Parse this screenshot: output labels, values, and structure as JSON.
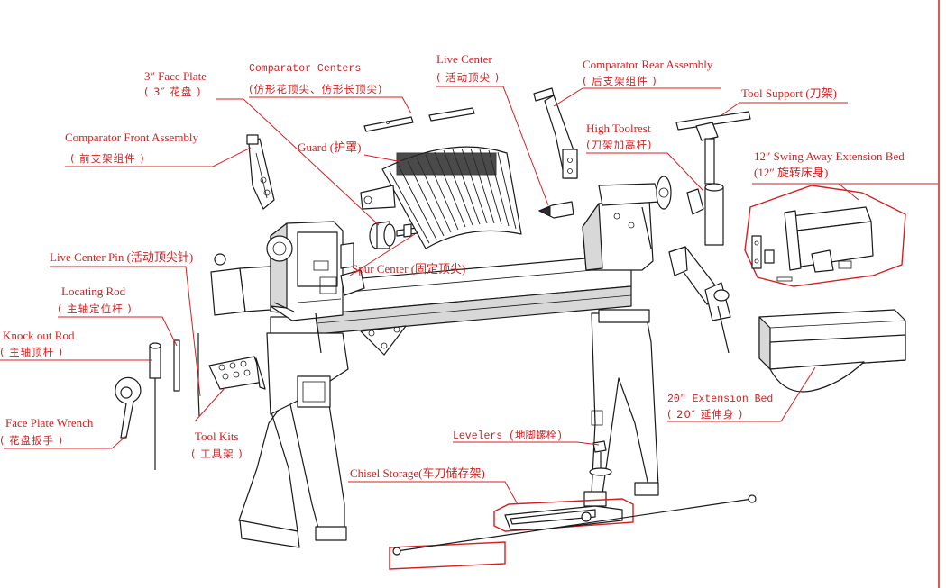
{
  "labels": {
    "face_plate_en": "3″ Face Plate",
    "face_plate_cn": "( 3″ 花盘 )",
    "comp_centers_en": "Comparator Centers",
    "comp_centers_cn": "(仿形花顶尖、仿形长顶尖)",
    "live_center_en": "Live Center",
    "live_center_cn": "( 活动顶尖 )",
    "comp_rear_en": "Comparator Rear Assembly",
    "comp_rear_cn": "( 后支架组件 )",
    "tool_support": "Tool Support (刀架)",
    "high_toolrest_en": "High Toolrest",
    "high_toolrest_cn": "(刀架加高杆)",
    "comp_front_en": "Comparator Front Assembly",
    "comp_front_cn": "( 前支架组件 )",
    "guard": "Guard (护罩)",
    "swing_bed_en": "12″ Swing Away Extension Bed",
    "swing_bed_cn": "(12″ 旋转床身)",
    "live_center_pin": "Live Center Pin (活动顶尖针)",
    "spur_center": "Spur Center (固定顶尖)",
    "locating_rod_en": "Locating Rod",
    "locating_rod_cn": "( 主轴定位杆 )",
    "knock_out_en": "Knock out Rod",
    "knock_out_cn": "( 主轴顶杆 )",
    "face_wrench_en": "Face Plate Wrench",
    "face_wrench_cn": "( 花盘扳手 )",
    "tool_kits_en": "Tool Kits",
    "tool_kits_cn": "( 工具架 )",
    "ext_bed_en": "20″ Extension Bed",
    "ext_bed_cn": "( 20″ 延伸身 )",
    "levelers": "Levelers (地脚螺栓)",
    "chisel_storage": "Chisel Storage(车刀储存架)"
  },
  "colors": {
    "callout": "#d42020",
    "line_art": "#1a1a1a"
  }
}
